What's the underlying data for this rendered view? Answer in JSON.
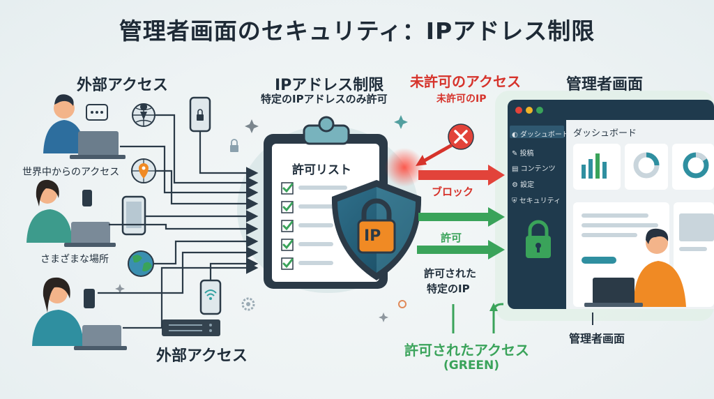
{
  "title": "管理者画面のセキュリティ：IPアドレス制限",
  "left": {
    "heading": "外部アクセス",
    "label_world": "世界中からのアクセス",
    "label_places": "さまざまな場所",
    "label_bottom": "外部アクセス"
  },
  "center": {
    "heading": "IPアドレス制限",
    "subheading": "特定のIPアドレスのみ許可",
    "clipboard_title": "許可リスト",
    "shield_label": "IP"
  },
  "flows": {
    "unauth_title": "未許可のアクセス",
    "unauth_sub": "未許可のIP",
    "block_label": "ブロック",
    "allow_label": "許可",
    "allowed_ip_line1": "許可された",
    "allowed_ip_line2": "特定のIP",
    "allowed_access": "許可されたアクセス",
    "allowed_access_note": "(GREEN)"
  },
  "admin": {
    "heading": "管理者画面",
    "bottom_label": "管理者画面",
    "sidebar": [
      "ダッシュボード",
      "投稿",
      "コンテンツ",
      "設定",
      "セキュリティ"
    ],
    "content_title": "ダッシュボード"
  },
  "colors": {
    "red": "#d6332b",
    "green": "#3aa35a",
    "navy": "#1f3a4d",
    "orange": "#f08a24"
  }
}
